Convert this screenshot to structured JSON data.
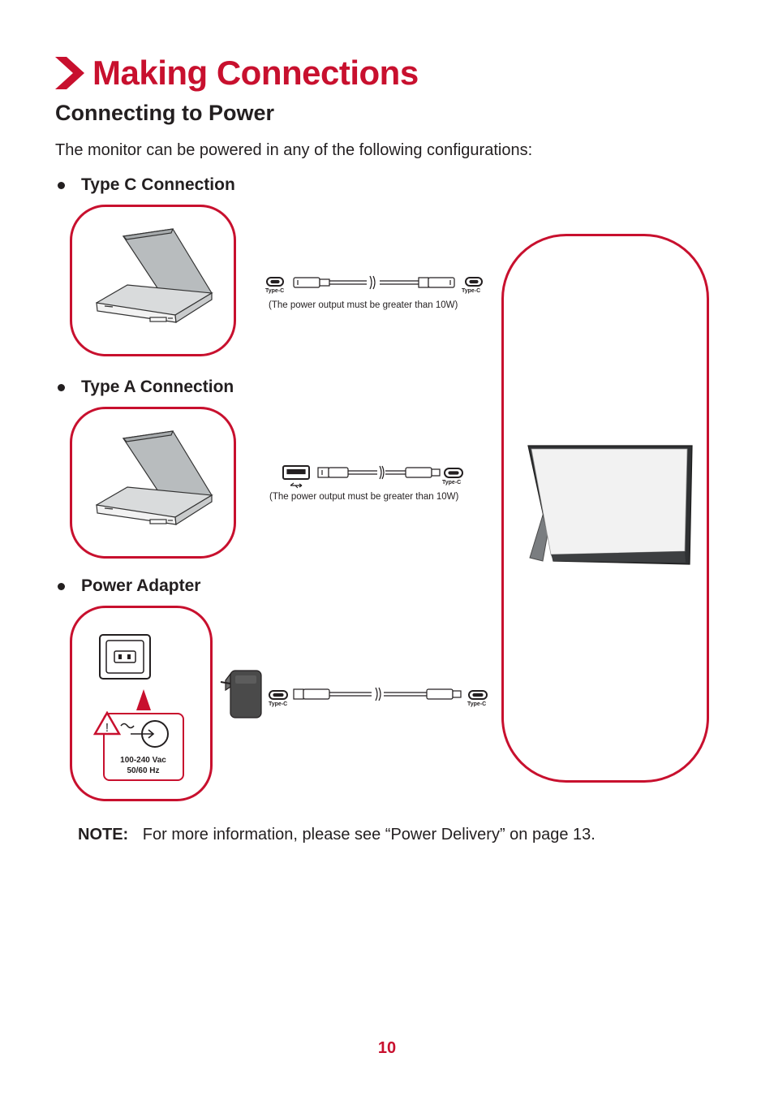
{
  "title": "Making Connections",
  "section": "Connecting to Power",
  "intro": "The monitor can be powered in any of the following configurations:",
  "options": [
    {
      "label": "Type C Connection",
      "caption": "(The power output must be greater than 10W)",
      "left_port": "Type-C",
      "right_port": "Type-C"
    },
    {
      "label": "Type A Connection",
      "caption": "(The power output must be greater than 10W)",
      "right_port": "Type-C"
    },
    {
      "label": "Power Adapter",
      "left_port": "Type-C",
      "right_port": "Type-C",
      "voltage": "100-240 Vac",
      "frequency": "50/60 Hz"
    }
  ],
  "note": {
    "label": "NOTE:",
    "text": "For more information, please see “Power Delivery” on page 13."
  },
  "page_number": "10",
  "colors": {
    "accent": "#c8102e",
    "text": "#231f20"
  }
}
